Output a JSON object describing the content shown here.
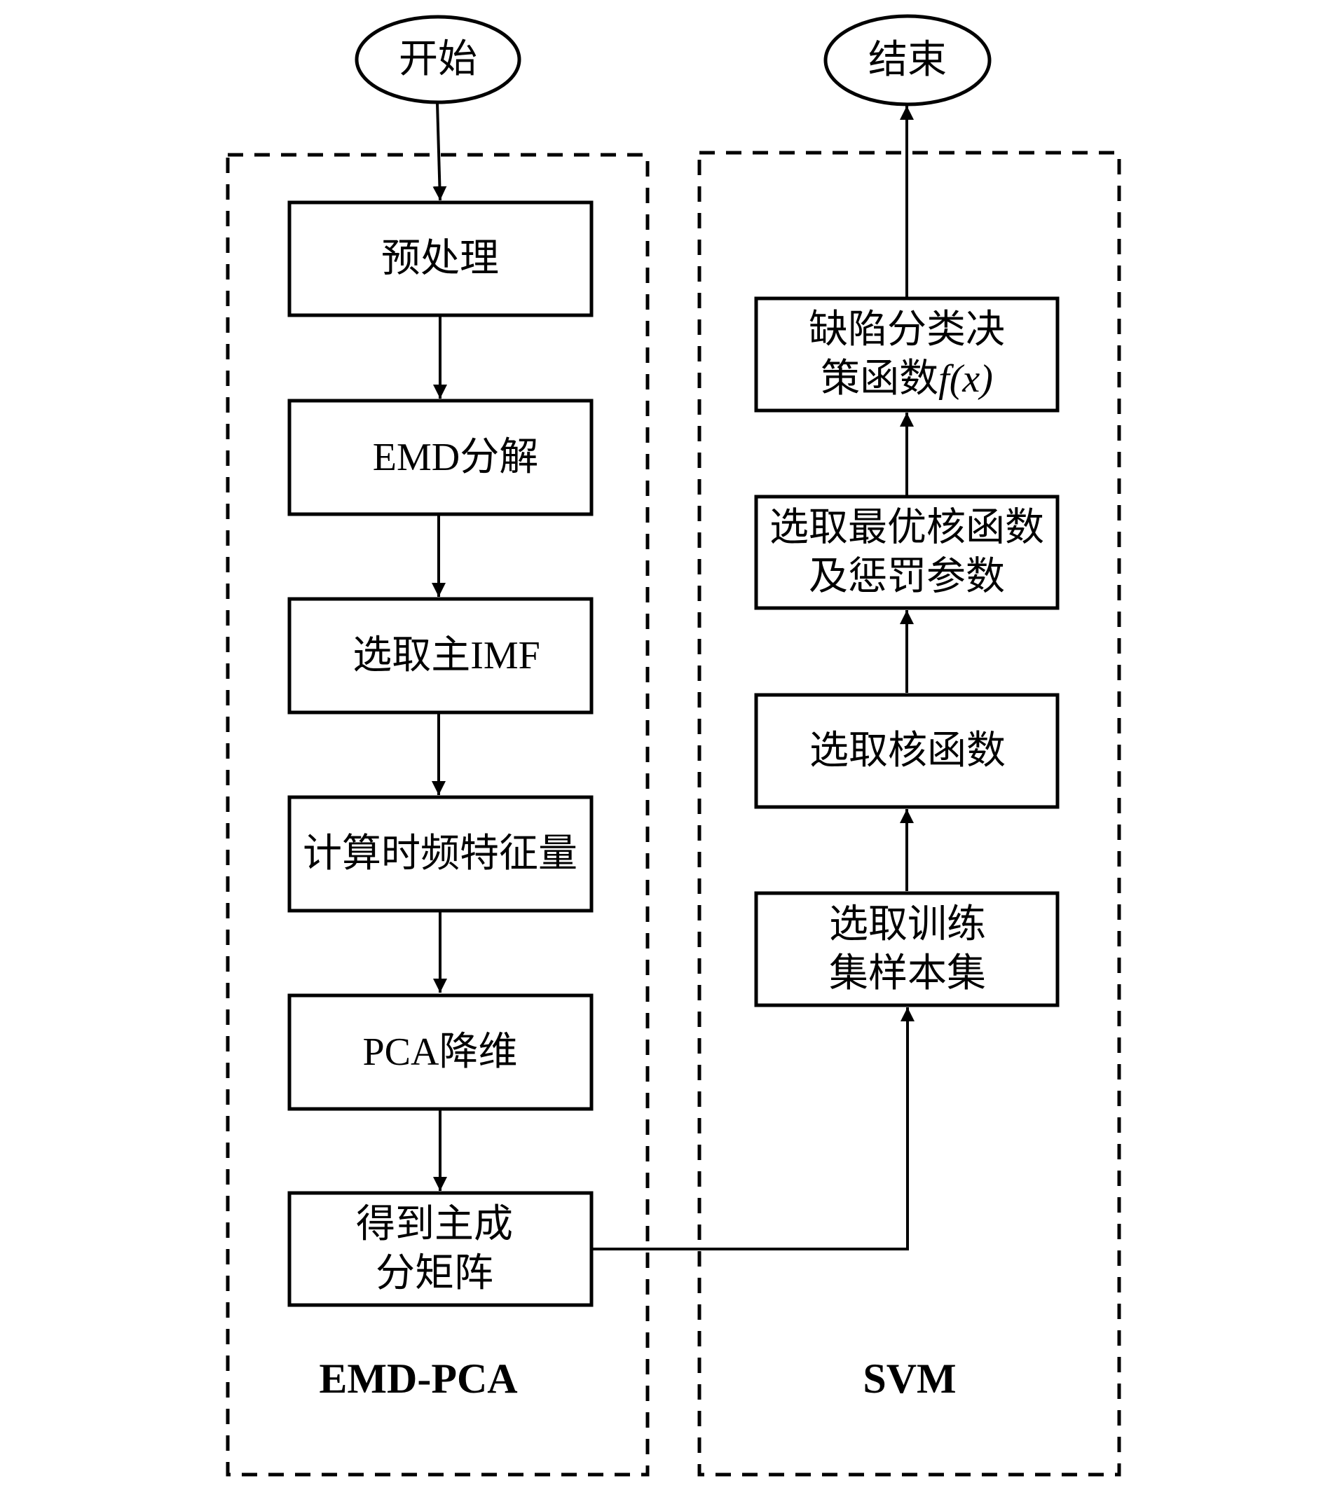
{
  "diagram": {
    "start": {
      "label": "开始"
    },
    "end": {
      "label": "结束"
    },
    "groups": [
      {
        "id": "emd_pca",
        "label": "EMD-PCA"
      },
      {
        "id": "svm",
        "label": "SVM"
      }
    ],
    "left_steps": [
      {
        "lines": [
          "预处理"
        ]
      },
      {
        "lines": [
          "EMD分解"
        ]
      },
      {
        "lines": [
          "选取主IMF"
        ]
      },
      {
        "lines": [
          "计算时频特征量"
        ]
      },
      {
        "lines": [
          "PCA降维"
        ]
      },
      {
        "lines": [
          "得到主成",
          "分矩阵"
        ]
      }
    ],
    "right_steps": [
      {
        "lines": [
          "选取训练",
          "集样本集"
        ]
      },
      {
        "lines": [
          "选取核函数"
        ]
      },
      {
        "lines": [
          "选取最优核函数",
          "及惩罚参数"
        ]
      },
      {
        "lines": [
          "缺陷分类决",
          "策函数"
        ],
        "math_suffix": "f(x)"
      }
    ],
    "flow": [
      "开始 → 预处理",
      "预处理 → EMD分解",
      "EMD分解 → 选取主IMF",
      "选取主IMF → 计算时频特征量",
      "计算时频特征量 → PCA降维",
      "PCA降维 → 得到主成分矩阵",
      "得到主成分矩阵 → 选取训练集样本集",
      "选取训练集样本集 → 选取核函数",
      "选取核函数 → 选取最优核函数及惩罚参数",
      "选取最优核函数及惩罚参数 → 缺陷分类决策函数f(x)",
      "缺陷分类决策函数f(x) → 结束"
    ]
  }
}
